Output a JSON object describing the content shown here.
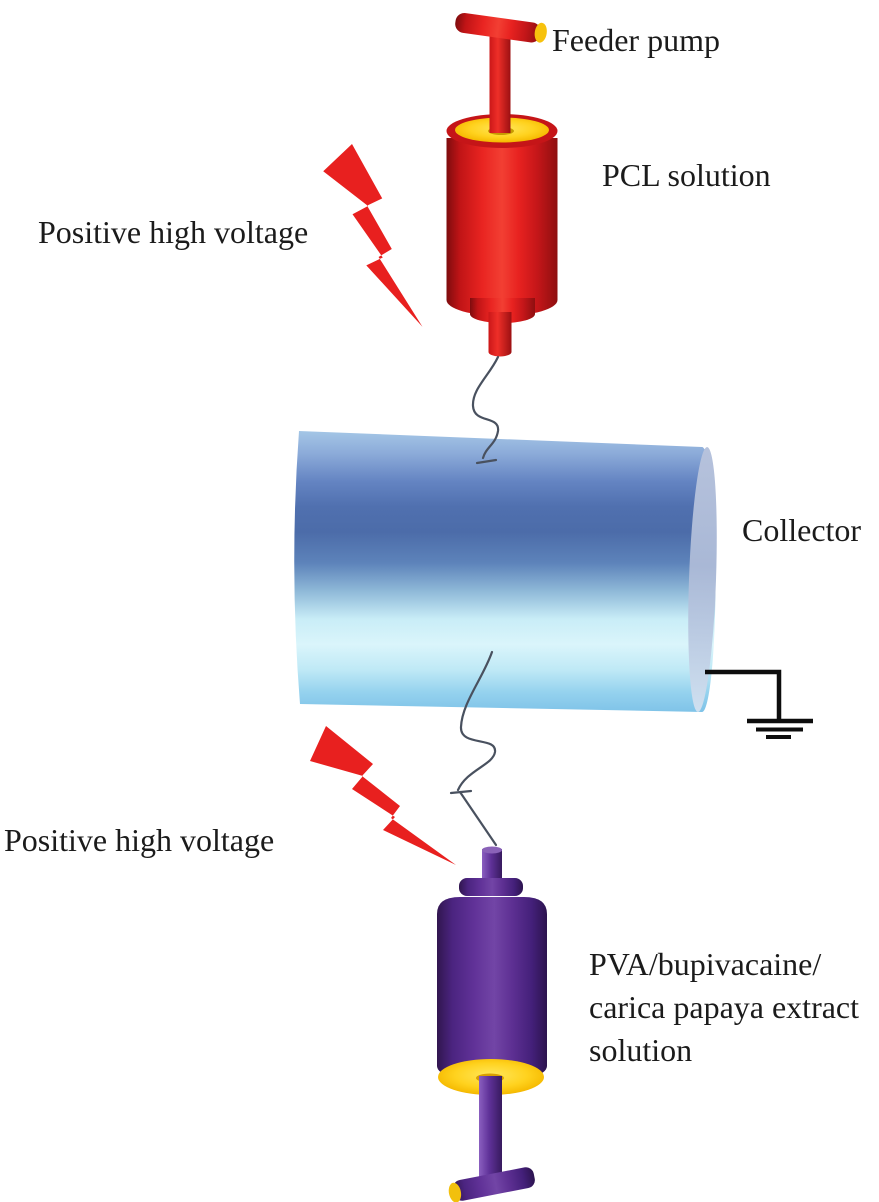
{
  "diagram": {
    "top_emitter": {
      "pump_label": "Feeder pump",
      "solution_label": "PCL solution",
      "voltage_label": "Positive high voltage"
    },
    "collector": {
      "label": "Collector"
    },
    "bottom_emitter": {
      "voltage_label": "Positive high voltage",
      "solution_label": "PVA/bupivacaine/\ncarica papaya extract\nsolution"
    },
    "icons": {
      "lightning_top": "lightning-bolt-icon",
      "lightning_bottom": "lightning-bolt-icon",
      "ground": "earth-ground-icon"
    },
    "colors": {
      "top_syringe_red": "#e31e24",
      "bottom_syringe_purple": "#5b2d90",
      "plunger_cap_yellow": "#ffd21e",
      "lightning_red": "#e8201f",
      "collector_blue_dark": "#4c6ca9",
      "collector_blue_light": "#daf5fb",
      "jet_line": "#49515f",
      "ground_symbol": "#0d0d0d",
      "text": "#1b1b1b"
    }
  }
}
